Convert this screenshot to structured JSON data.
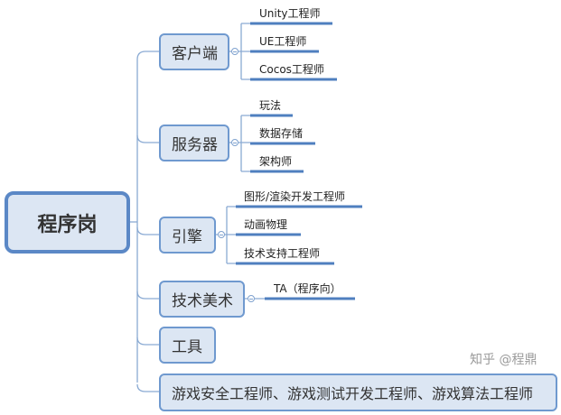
{
  "root": {
    "label": "程序岗"
  },
  "branches": [
    {
      "label": "客户端",
      "children": [
        "Unity工程师",
        "UE工程师",
        "Cocos工程师"
      ]
    },
    {
      "label": "服务器",
      "children": [
        "玩法",
        "数据存储",
        "架构师"
      ]
    },
    {
      "label": "引擎",
      "children": [
        "图形/渲染开发工程师",
        "动画物理",
        "技术支持工程师"
      ]
    },
    {
      "label": "技术美术",
      "children": [
        "TA（程序向）"
      ]
    },
    {
      "label": "工具",
      "children": []
    },
    {
      "label": "游戏安全工程师、游戏测试开发工程师、游戏算法工程师",
      "children": []
    }
  ],
  "watermark": "知乎 @程鼎",
  "colors": {
    "node_fill": "#dce6f3",
    "node_border": "#6f99cf",
    "line": "#7fa2cf",
    "underline": "#4f7fbf"
  }
}
